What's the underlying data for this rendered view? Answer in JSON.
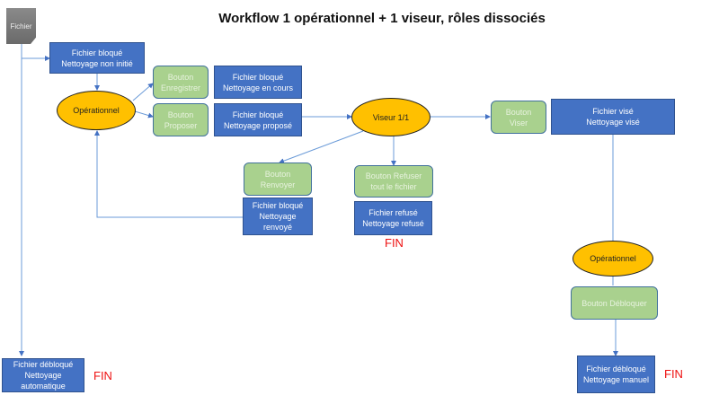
{
  "title": "Workflow 1 opérationnel + 1 viseur, rôles dissociés",
  "start_document": "Fichier",
  "nodes": {
    "blocked_not_started": "Fichier bloqué\nNettoyage non initié",
    "operational_1": "Opérationnel",
    "btn_save": "Bouton\nEnregistrer",
    "state_in_progress": "Fichier bloqué\nNettoyage en cours",
    "btn_propose": "Bouton\nProposer",
    "state_proposed": "Fichier bloqué\nNettoyage proposé",
    "reviewer": "Viseur 1/1",
    "btn_approve": "Bouton\nViser",
    "state_approved": "Fichier visé\nNettoyage visé",
    "btn_return": "Bouton\nRenvoyer",
    "state_returned": "Fichier bloqué\nNettoyage\nrenvoyé",
    "btn_reject": "Bouton Refuser\ntout le fichier",
    "state_rejected": "Fichier refusé\nNettoyage refusé",
    "operational_2": "Opérationnel",
    "btn_unlock": "Bouton Débloquer",
    "state_unlocked_manual": "Fichier débloqué\nNettoyage manuel",
    "state_unlocked_auto": "Fichier débloqué\nNettoyage\nautomatique"
  },
  "end_labels": {
    "rejected": "FIN",
    "manual": "FIN",
    "auto": "FIN"
  },
  "colors": {
    "state": "#4472c4",
    "button": "#a9d18e",
    "role": "#ffc000",
    "end": "#ee1111",
    "connector": "#5b8fd6"
  }
}
